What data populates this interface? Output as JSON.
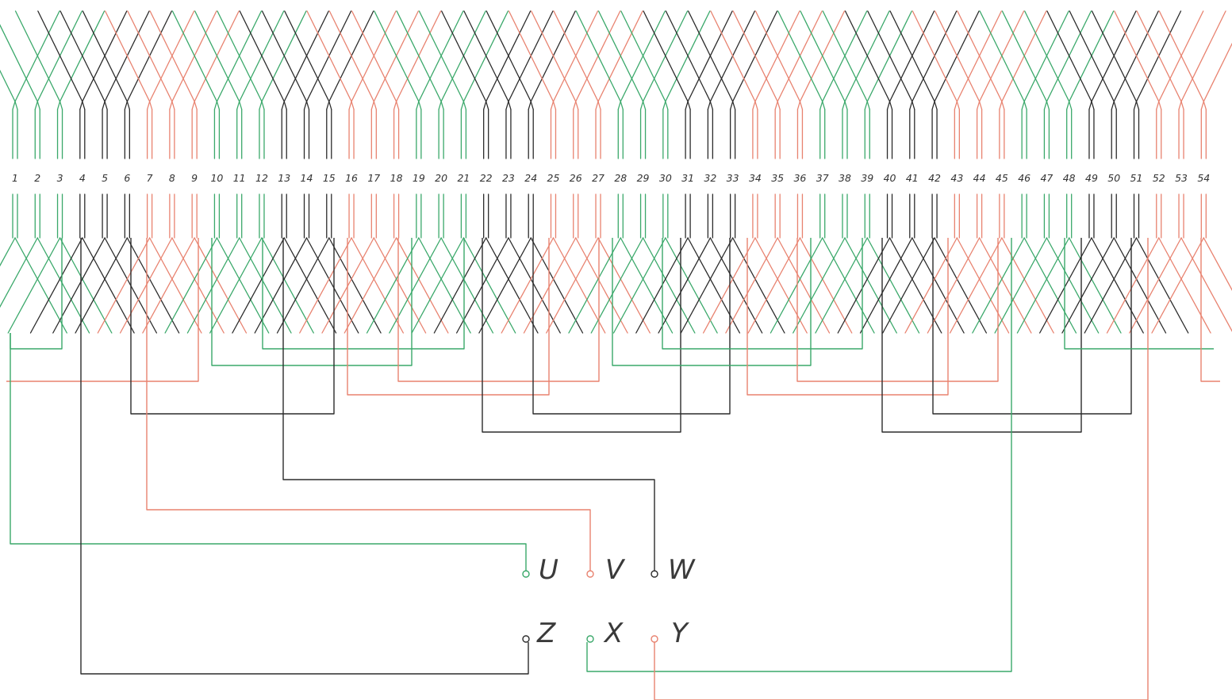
{
  "diagram": {
    "slot_count": 54,
    "slot_numbers": [
      "1",
      "2",
      "3",
      "4",
      "5",
      "6",
      "7",
      "8",
      "9",
      "10",
      "11",
      "12",
      "13",
      "14",
      "15",
      "16",
      "17",
      "18",
      "19",
      "20",
      "21",
      "22",
      "23",
      "24",
      "25",
      "26",
      "27",
      "28",
      "29",
      "30",
      "31",
      "32",
      "33",
      "34",
      "35",
      "36",
      "37",
      "38",
      "39",
      "40",
      "41",
      "42",
      "43",
      "44",
      "45",
      "46",
      "47",
      "48",
      "49",
      "50",
      "51",
      "52",
      "53",
      "54"
    ],
    "slot_phase": [
      "G",
      "G",
      "G",
      "B",
      "B",
      "B",
      "R",
      "R",
      "R",
      "G",
      "G",
      "G",
      "B",
      "B",
      "B",
      "R",
      "R",
      "R",
      "G",
      "G",
      "G",
      "B",
      "B",
      "B",
      "R",
      "R",
      "R",
      "G",
      "G",
      "G",
      "B",
      "B",
      "B",
      "R",
      "R",
      "R",
      "G",
      "G",
      "G",
      "B",
      "B",
      "B",
      "R",
      "R",
      "R",
      "G",
      "G",
      "G",
      "B",
      "B",
      "B",
      "R",
      "R",
      "R"
    ],
    "phase_colors": {
      "G": "#3aa86a",
      "B": "#2b2b2b",
      "R": "#e8826f"
    },
    "terminals": {
      "U": {
        "label": "U",
        "phase": "G"
      },
      "V": {
        "label": "V",
        "phase": "R"
      },
      "W": {
        "label": "W",
        "phase": "B"
      },
      "Z": {
        "label": "Z",
        "phase": "B"
      },
      "X": {
        "label": "X",
        "phase": "G"
      },
      "Y": {
        "label": "Y",
        "phase": "R"
      }
    }
  }
}
